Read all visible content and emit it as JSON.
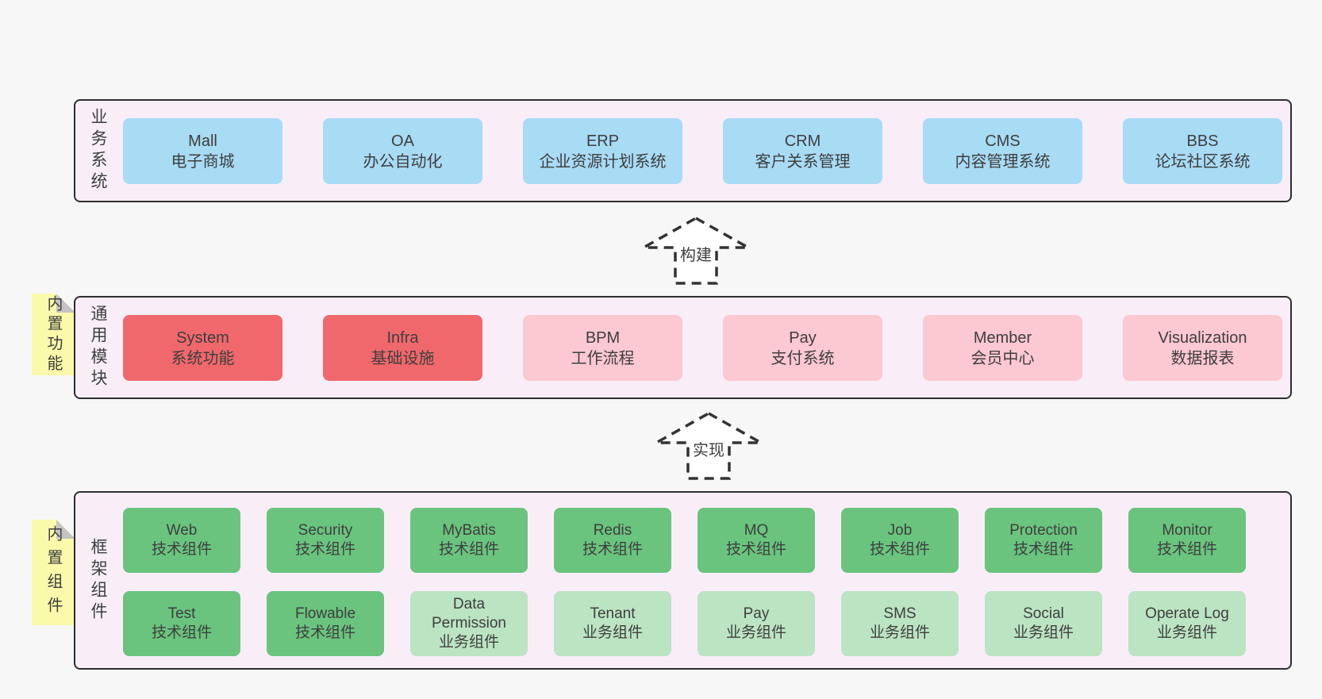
{
  "colors": {
    "background": "#f7f7f7",
    "panel_fill": "#f9eef8",
    "panel_border": "#2e2e2e",
    "text": "#3e3e3e",
    "blue": "#a8dbf4",
    "red": "#f0686c",
    "pink": "#fcc8d2",
    "green_dark": "#6ac47e",
    "green_light": "#bbe4c3",
    "note_yellow": "#fafaaa",
    "note_fold": "#c4c4c4",
    "arrow_dash": "#333333",
    "arrow_fill": "#ffffff"
  },
  "layers": [
    {
      "id": "business",
      "label": "业务系统",
      "boxes": [
        {
          "en": "Mall",
          "zh": "电子商城",
          "color": "blue"
        },
        {
          "en": "OA",
          "zh": "办公自动化",
          "color": "blue"
        },
        {
          "en": "ERP",
          "zh": "企业资源计划系统",
          "color": "blue"
        },
        {
          "en": "CRM",
          "zh": "客户关系管理",
          "color": "blue"
        },
        {
          "en": "CMS",
          "zh": "内容管理系统",
          "color": "blue"
        },
        {
          "en": "BBS",
          "zh": "论坛社区系统",
          "color": "blue"
        }
      ]
    },
    {
      "id": "modules",
      "label": "通用模块",
      "note": "内置功能",
      "boxes": [
        {
          "en": "System",
          "zh": "系统功能",
          "color": "red"
        },
        {
          "en": "Infra",
          "zh": "基础设施",
          "color": "red"
        },
        {
          "en": "BPM",
          "zh": "工作流程",
          "color": "pink"
        },
        {
          "en": "Pay",
          "zh": "支付系统",
          "color": "pink"
        },
        {
          "en": "Member",
          "zh": "会员中心",
          "color": "pink"
        },
        {
          "en": "Visualization",
          "zh": "数据报表",
          "color": "pink"
        }
      ]
    },
    {
      "id": "components",
      "label": "框架组件",
      "note": "内置组件",
      "rows": [
        [
          {
            "en": "Web",
            "zh": "技术组件",
            "color": "green_dark"
          },
          {
            "en": "Security",
            "zh": "技术组件",
            "color": "green_dark"
          },
          {
            "en": "MyBatis",
            "zh": "技术组件",
            "color": "green_dark"
          },
          {
            "en": "Redis",
            "zh": "技术组件",
            "color": "green_dark"
          },
          {
            "en": "MQ",
            "zh": "技术组件",
            "color": "green_dark"
          },
          {
            "en": "Job",
            "zh": "技术组件",
            "color": "green_dark"
          },
          {
            "en": "Protection",
            "zh": "技术组件",
            "color": "green_dark"
          },
          {
            "en": "Monitor",
            "zh": "技术组件",
            "color": "green_dark"
          }
        ],
        [
          {
            "en": "Test",
            "zh": "技术组件",
            "color": "green_dark"
          },
          {
            "en": "Flowable",
            "zh": "技术组件",
            "color": "green_dark"
          },
          {
            "en": "Data Permission",
            "zh": "业务组件",
            "color": "green_light"
          },
          {
            "en": "Tenant",
            "zh": "业务组件",
            "color": "green_light"
          },
          {
            "en": "Pay",
            "zh": "业务组件",
            "color": "green_light"
          },
          {
            "en": "SMS",
            "zh": "业务组件",
            "color": "green_light"
          },
          {
            "en": "Social",
            "zh": "业务组件",
            "color": "green_light"
          },
          {
            "en": "Operate Log",
            "zh": "业务组件",
            "color": "green_light"
          }
        ]
      ]
    }
  ],
  "arrows": [
    {
      "label": "构建"
    },
    {
      "label": "实现"
    }
  ]
}
